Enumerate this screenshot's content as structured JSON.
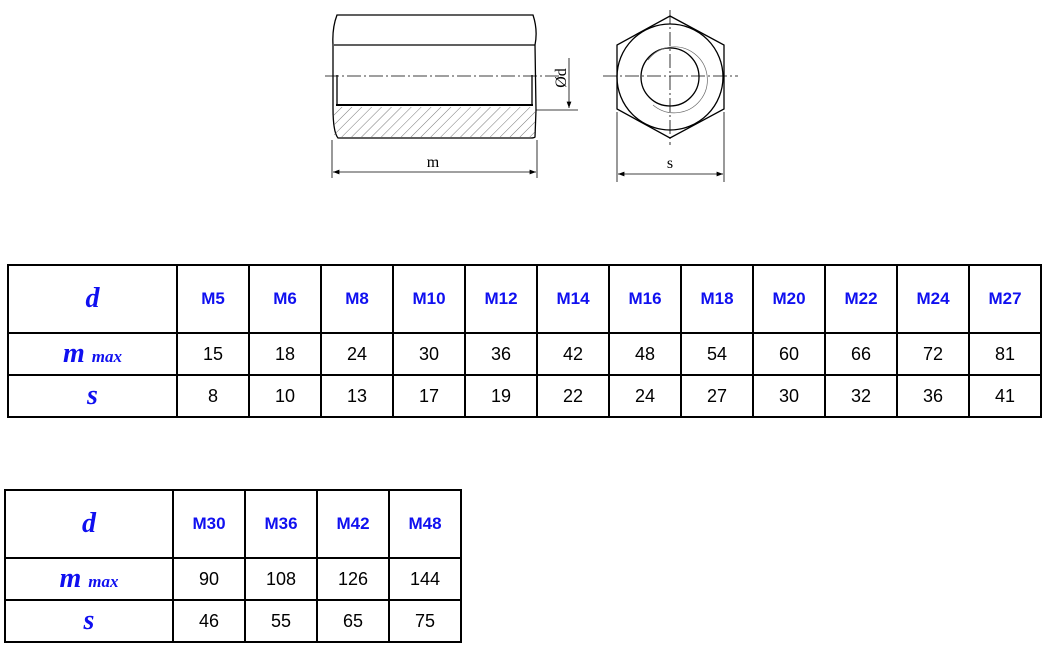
{
  "drawing": {
    "dim_m": "m",
    "dim_d": "Ød",
    "dim_s": "s"
  },
  "labels": {
    "d": "d",
    "m": "m",
    "m_sub": "max",
    "s": "s"
  },
  "table1": {
    "d": [
      "M5",
      "M6",
      "M8",
      "M10",
      "M12",
      "M14",
      "M16",
      "M18",
      "M20",
      "M22",
      "M24",
      "M27"
    ],
    "m_max": [
      "15",
      "18",
      "24",
      "30",
      "36",
      "42",
      "48",
      "54",
      "60",
      "66",
      "72",
      "81"
    ],
    "s": [
      "8",
      "10",
      "13",
      "17",
      "19",
      "22",
      "24",
      "27",
      "30",
      "32",
      "36",
      "41"
    ]
  },
  "table2": {
    "d": [
      "M30",
      "M36",
      "M42",
      "M48"
    ],
    "m_max": [
      "90",
      "108",
      "126",
      "144"
    ],
    "s": [
      "46",
      "55",
      "65",
      "75"
    ]
  }
}
